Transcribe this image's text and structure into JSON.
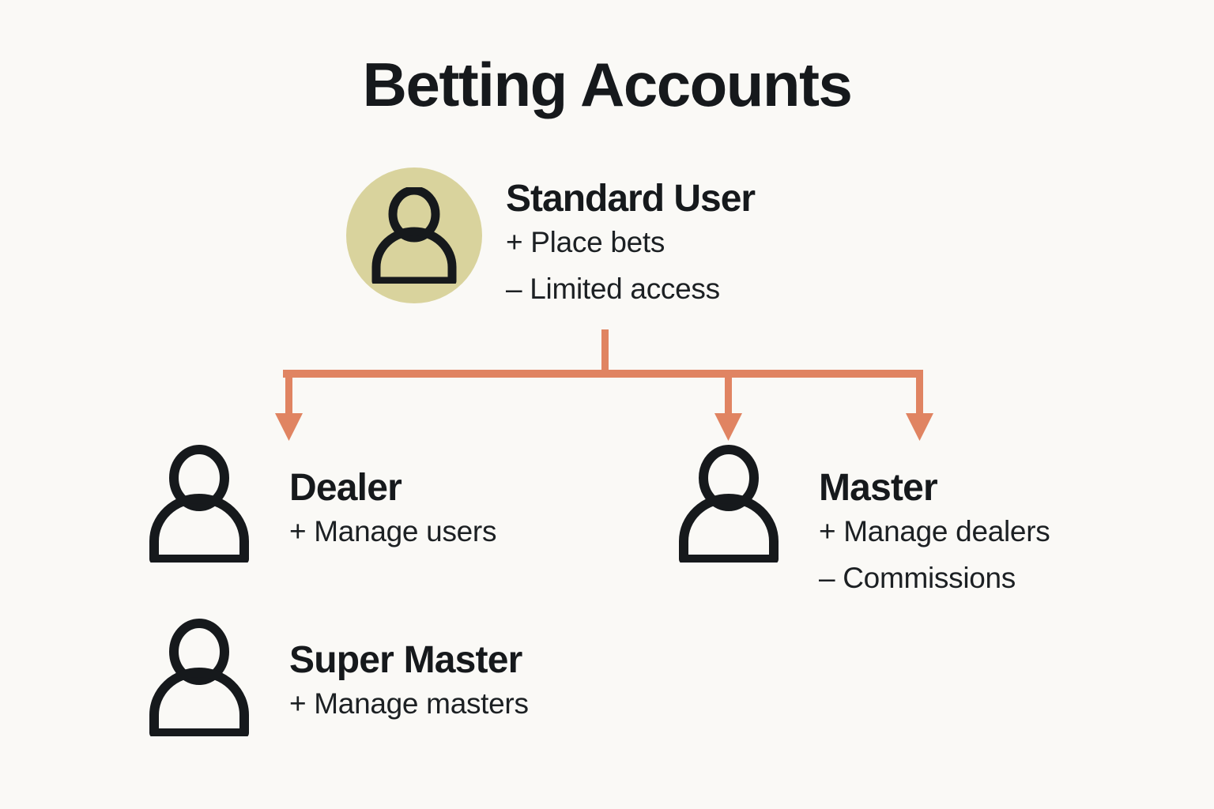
{
  "diagram": {
    "title": "Betting Accounts",
    "background_color": "#faf9f6",
    "text_color": "#16191c",
    "connector_color": "#e08462",
    "avatar_highlight_color": "#d9d39d",
    "root": {
      "id": "standard-user",
      "label": "Standard User",
      "icon": "person-icon",
      "highlighted": true,
      "perks": [
        "+ Place bets",
        "– Limited access"
      ]
    },
    "children": [
      {
        "id": "dealer",
        "label": "Dealer",
        "icon": "person-icon",
        "highlighted": false,
        "perks": [
          "+ Manage users"
        ]
      },
      {
        "id": "master",
        "label": "Master",
        "icon": "person-icon",
        "highlighted": false,
        "perks": [
          "+ Manage dealers",
          "– Commissions"
        ]
      },
      {
        "id": "super-master",
        "label": "Super Master",
        "icon": "person-icon",
        "highlighted": false,
        "perks": [
          "+ Manage masters"
        ]
      }
    ],
    "connector": {
      "type": "one-to-many-bracket",
      "arrow_count": 3,
      "direction": "downward"
    }
  }
}
